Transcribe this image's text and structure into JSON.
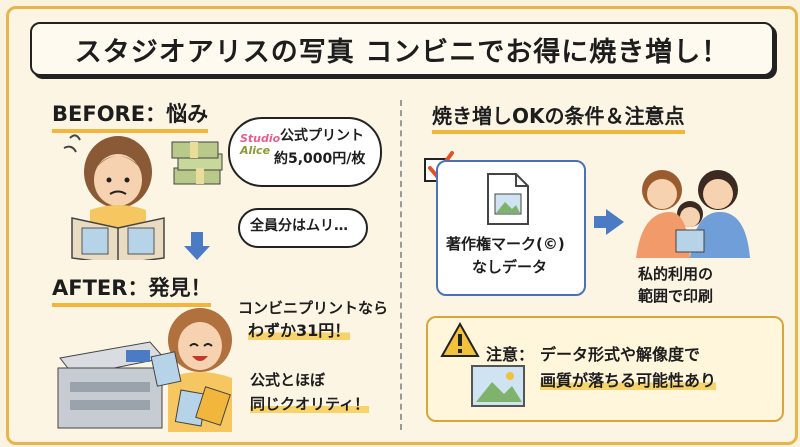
{
  "title": "スタジオアリスの写真 コンビニでお得に焼き増し！",
  "before": {
    "heading": "BEFORE：悩み",
    "logo_line1": "Studio",
    "logo_line2": "Alice",
    "price_line1": "公式プリント",
    "price_line2": "約5,000円/枚",
    "worry": "全員分はムリ…"
  },
  "after": {
    "heading": "AFTER：発見！",
    "line1": "コンビニプリントなら",
    "line2": "わずか31円！",
    "line3": "公式とほぼ",
    "line4": "同じクオリティ！"
  },
  "conditions": {
    "heading": "焼き増しOKの条件＆注意点",
    "file_label_line1": "著作権マーク(©)",
    "file_label_line2": "なしデータ",
    "family_label_line1": "私的利用の",
    "family_label_line2": "範囲で印刷",
    "caution_label": "注意：",
    "caution_line1": "データ形式や解像度で",
    "caution_line2": "画質が落ちる可能性あり"
  },
  "colors": {
    "accent_yellow": "#f2b63c",
    "accent_blue": "#4a7bc4",
    "check_orange": "#e0532a",
    "background": "#fcf5e4"
  }
}
